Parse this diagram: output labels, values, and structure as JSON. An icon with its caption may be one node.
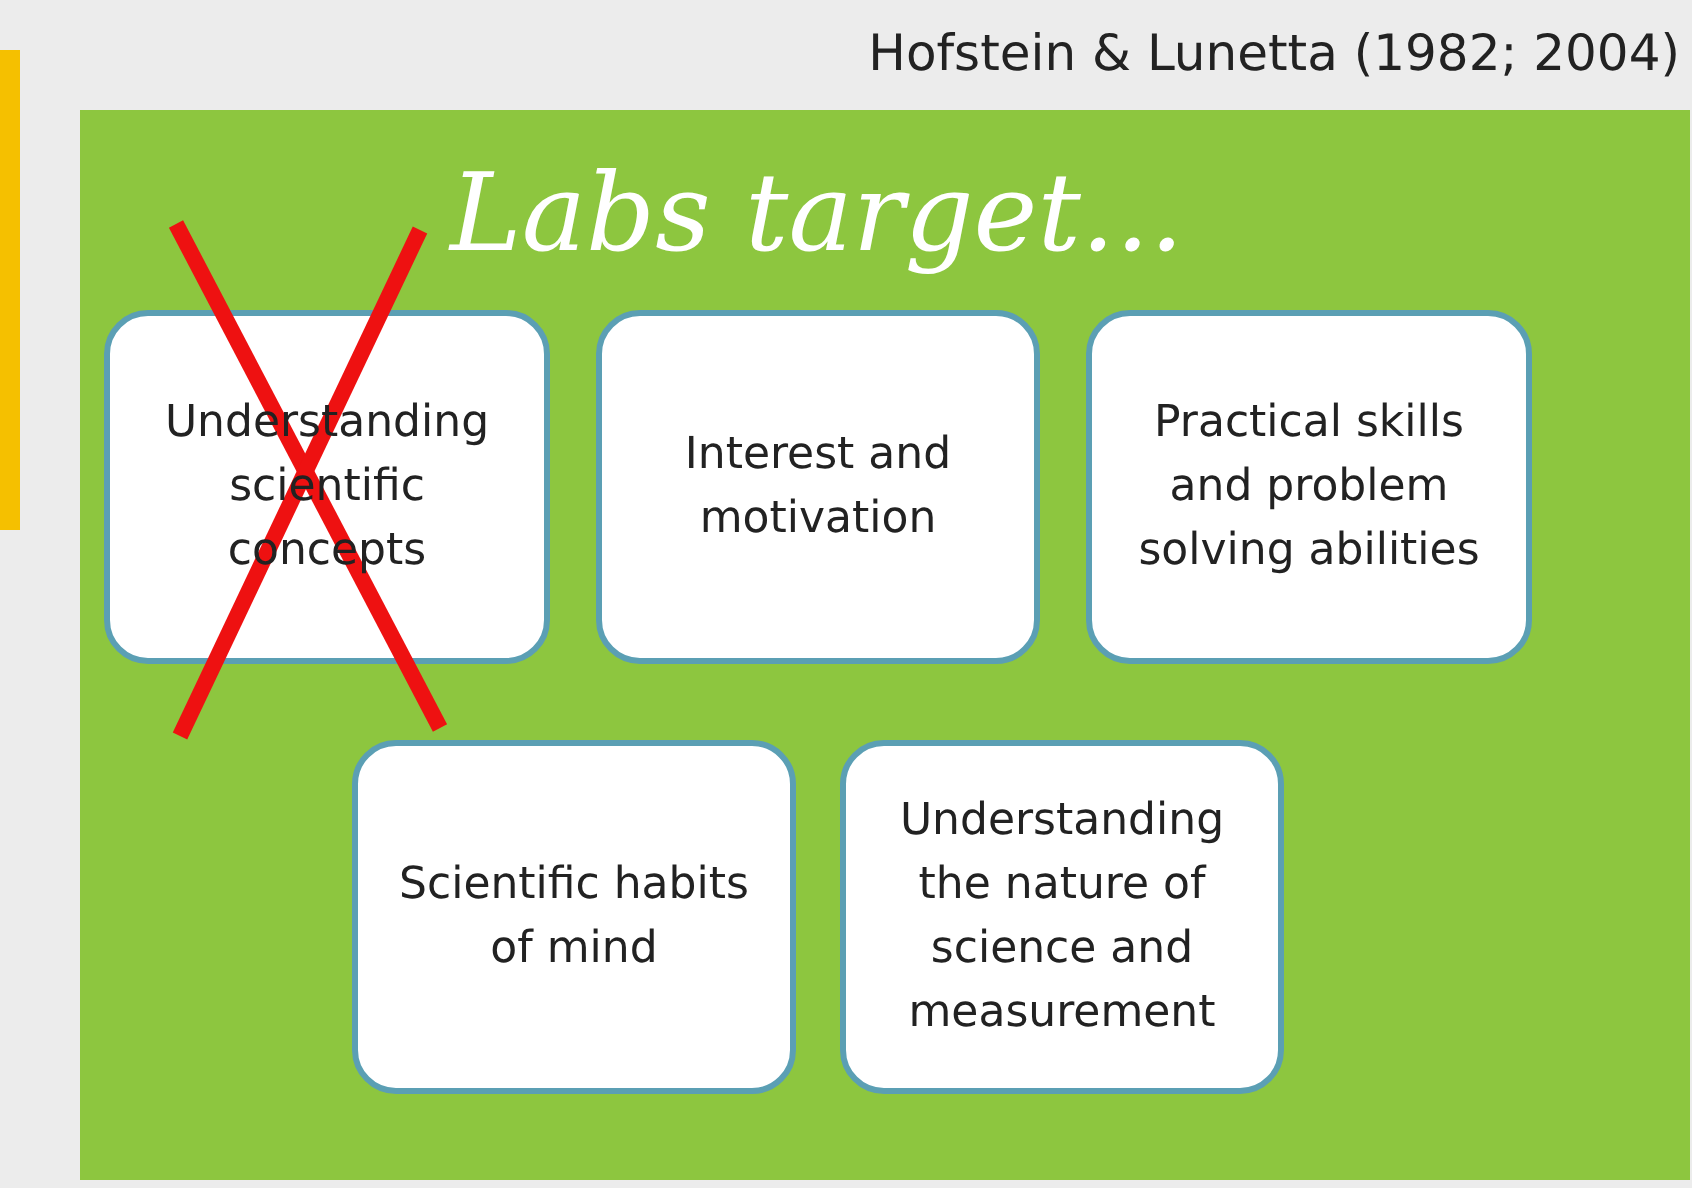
{
  "diagram": {
    "nodes": [
      {
        "text": [
          "Labs target..."
        ]
      },
      {
        "text": [
          "Understanding scientific concepts"
        ],
        "in": 0
      },
      {
        "text": [
          "Interest and motivation"
        ],
        "in": 0
      },
      {
        "text": [
          "Practical skills and problem solving abilities"
        ],
        "in": 0
      },
      {
        "text": [
          "Scientific habits of mind"
        ],
        "in": 0
      },
      {
        "text": [
          "Understanding the nature of science and measurement"
        ],
        "in": 0
      }
    ],
    "edges": [],
    "labels": [
      "Hofstein & Lunetta (1982; 2004)"
    ]
  }
}
